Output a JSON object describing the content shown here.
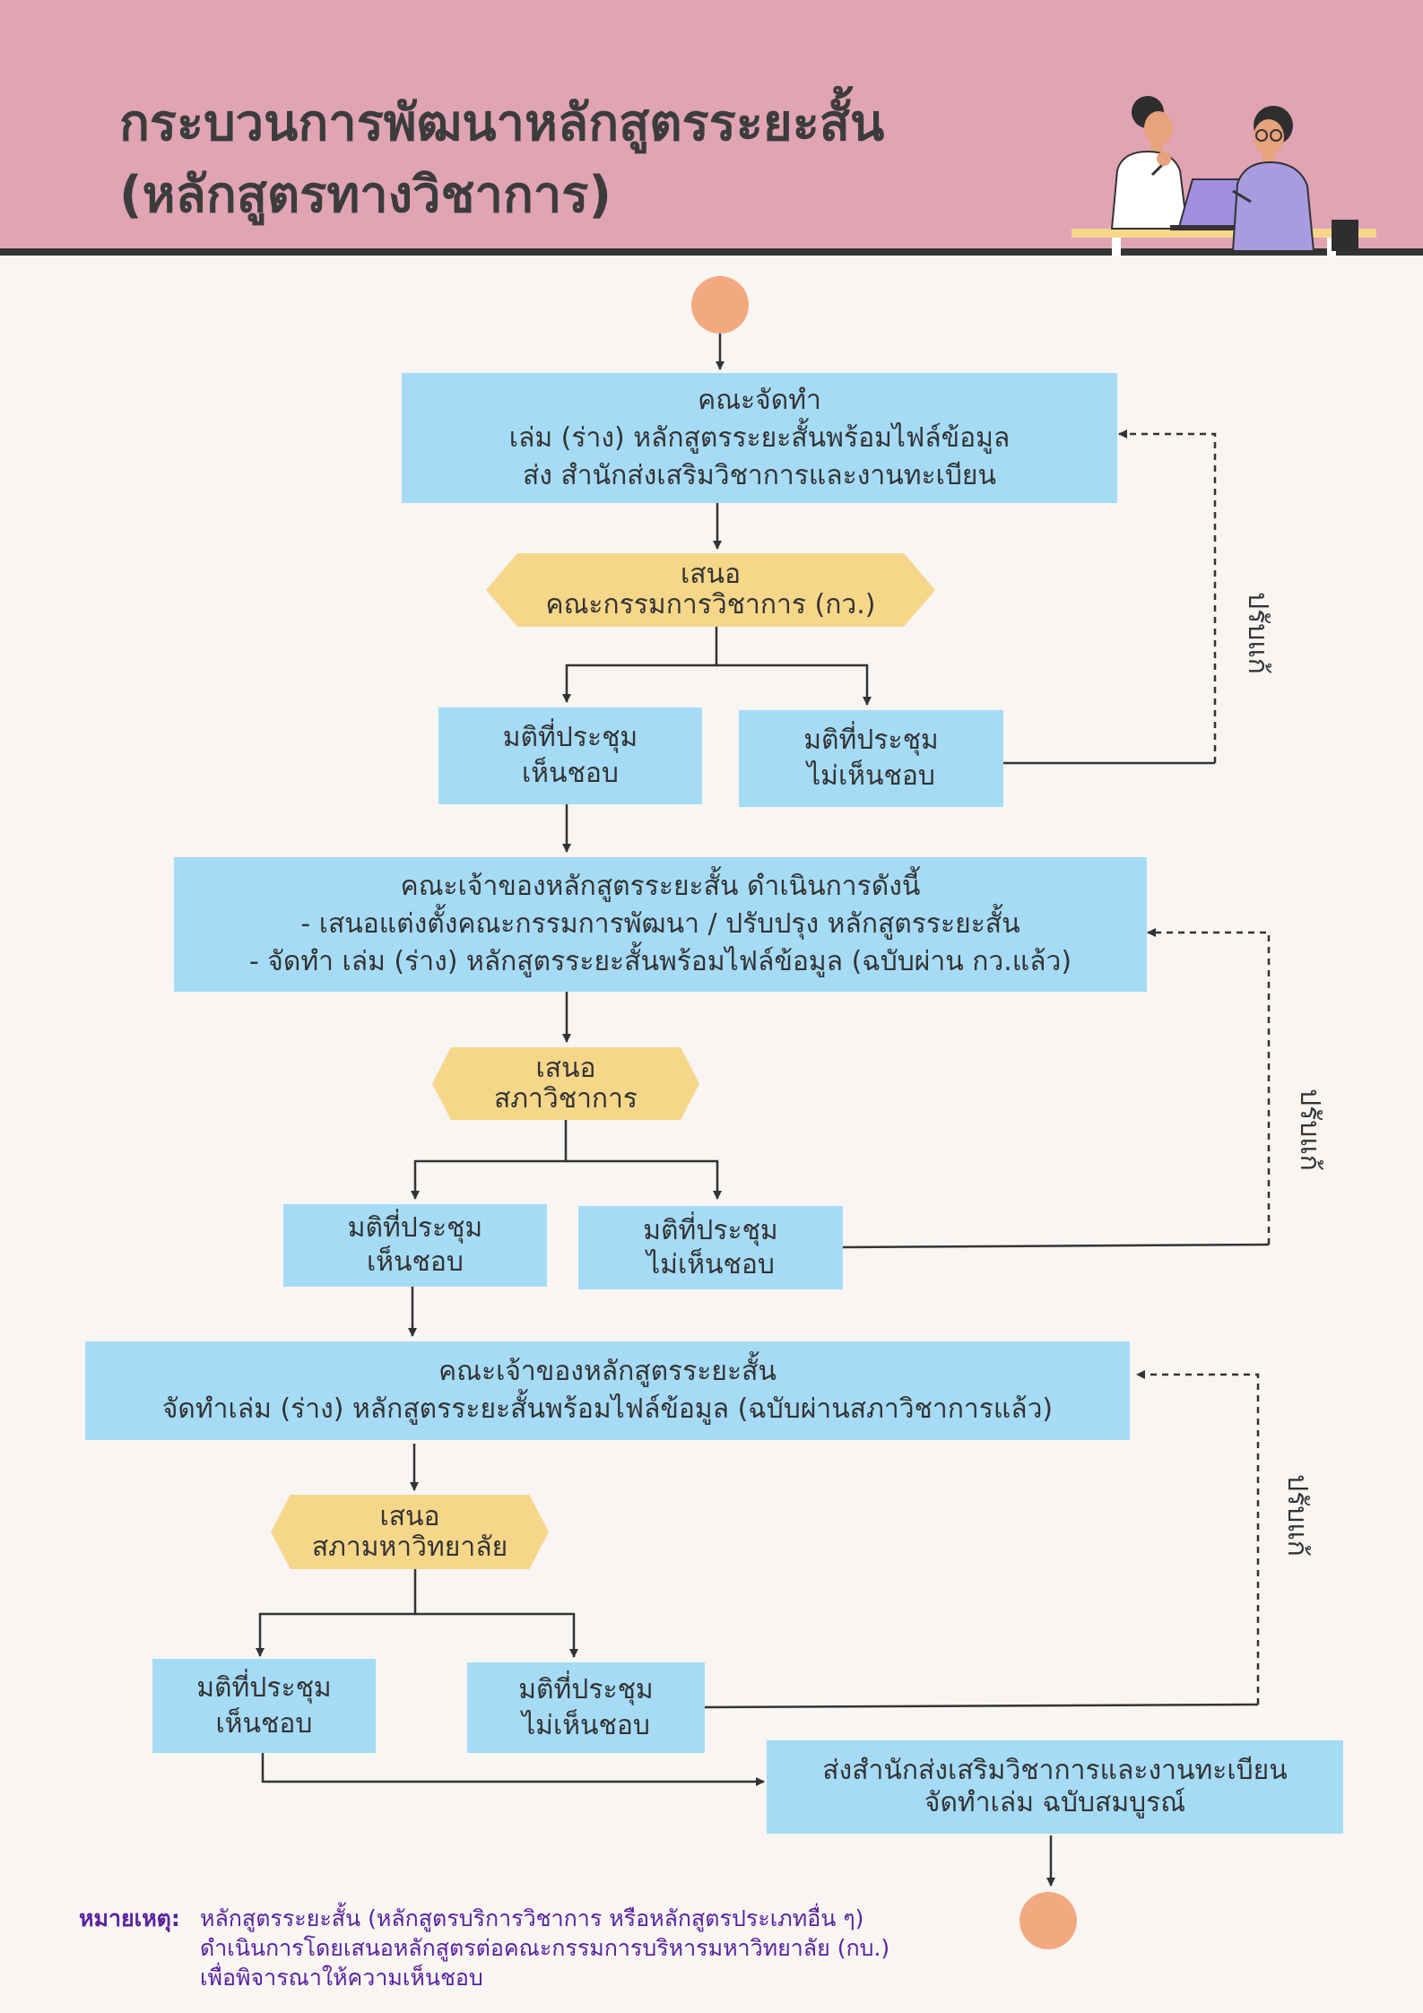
{
  "header": {
    "title_lines": [
      "กระบวนการพัฒนาหลักสูตรระยะสั้น",
      "(หลักสูตรทางวิชาการ)"
    ]
  },
  "flow": {
    "step1": [
      "คณะจัดทำ",
      "เล่ม (ร่าง) หลักสูตรระยะสั้นพร้อมไฟล์ข้อมูล",
      "ส่ง สำนักส่งเสริมวิชาการและงานทะเบียน"
    ],
    "submit1": [
      "เสนอ",
      "คณะกรรมการวิชาการ (กว.)"
    ],
    "approve1": [
      "มติที่ประชุม",
      "เห็นชอบ"
    ],
    "reject1": [
      "มติที่ประชุม",
      "ไม่เห็นชอบ"
    ],
    "step2": [
      "คณะเจ้าของหลักสูตรระยะสั้น ดำเนินการดังนี้",
      "- เสนอแต่งตั้งคณะกรรมการพัฒนา / ปรับปรุง หลักสูตรระยะสั้น",
      "- จัดทำ เล่ม (ร่าง) หลักสูตรระยะสั้นพร้อมไฟล์ข้อมูล (ฉบับผ่าน กว.แล้ว)"
    ],
    "submit2": [
      "เสนอ",
      "สภาวิชาการ"
    ],
    "approve2": [
      "มติที่ประชุม",
      "เห็นชอบ"
    ],
    "reject2": [
      "มติที่ประชุม",
      "ไม่เห็นชอบ"
    ],
    "step3": [
      "คณะเจ้าของหลักสูตรระยะสั้น",
      "จัดทำเล่ม (ร่าง) หลักสูตรระยะสั้นพร้อมไฟล์ข้อมูล (ฉบับผ่านสภาวิชาการแล้ว)"
    ],
    "submit3": [
      "เสนอ",
      "สภามหาวิทยาลัย"
    ],
    "approve3": [
      "มติที่ประชุม",
      "เห็นชอบ"
    ],
    "reject3": [
      "มติที่ประชุม",
      "ไม่เห็นชอบ"
    ],
    "final": [
      "ส่งสำนักส่งเสริมวิชาการและงานทะเบียน",
      "จัดทำเล่ม ฉบับสมบูรณ์"
    ],
    "revise_label": "ปรับแก้"
  },
  "note": {
    "label": "หมายเหตุ:",
    "lines": [
      "หลักสูตรระยะสั้น (หลักสูตรบริการวิชาการ หรือหลักสูตรประเภทอื่น ๆ)",
      "ดำเนินการโดยเสนอหลักสูตรต่อคณะกรรมการบริหารมหาวิทยาลัย (กบ.)",
      "เพื่อพิจารณาให้ความเห็นชอบ"
    ]
  },
  "colors": {
    "header_bg": "#e0a4b4",
    "page_bg": "#f8f5f3",
    "process_box": "#a6dbf6",
    "decision_hex": "#f6d78a",
    "terminal_circle": "#f2a97f",
    "note_text": "#5a22a0"
  }
}
